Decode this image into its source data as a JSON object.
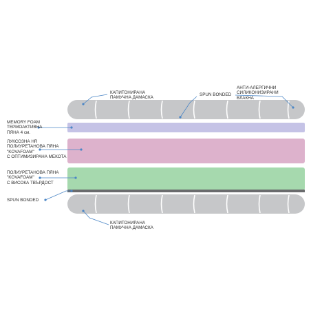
{
  "colors": {
    "damask": "#c6c7c9",
    "damask_stroke": "#ffffff",
    "memory_foam": "#c5c3e6",
    "hr_foam": "#ddb2cc",
    "polyurethane_foam": "#a6d9ae",
    "spun_bonded": "#6a6b6d",
    "leader": "#4b86c6"
  },
  "labels": {
    "top_damask": [
      "КАПИТОНИРАНА",
      "ПАМУЧНА ДАМАСКА"
    ],
    "spun_bonded_top": [
      "SPUN BONDED"
    ],
    "anti_allergic": [
      "АНТИ-АЛЕРГИЧНИ",
      "СИЛИКОНИЗИРАНИ",
      "ВЛАКНА"
    ],
    "memory_foam": [
      "MEMORY FOAM",
      "ТЕРМОАКТИВНА",
      "ПЯНА 4 см."
    ],
    "hr_foam": [
      "ЛУКСОЗНА HR",
      "ПОЛИУРЕТАНОВА ПЯНА",
      "\"KOVAFOAM\"",
      "С ОПТИМИЗИРАНА МЕКОТА"
    ],
    "polyurethane_foam": [
      "ПОЛИУРЕТАНОВА ПЯНА",
      "\"KOVAFOAM\"",
      "С ВИСОКА ТВЪРДОСТ"
    ],
    "spun_bonded_bottom": [
      "SPUN BONDED"
    ],
    "bottom_damask": [
      "КАПИТОНИРАНА",
      "ПАМУЧНА ДАМАСКА"
    ]
  }
}
